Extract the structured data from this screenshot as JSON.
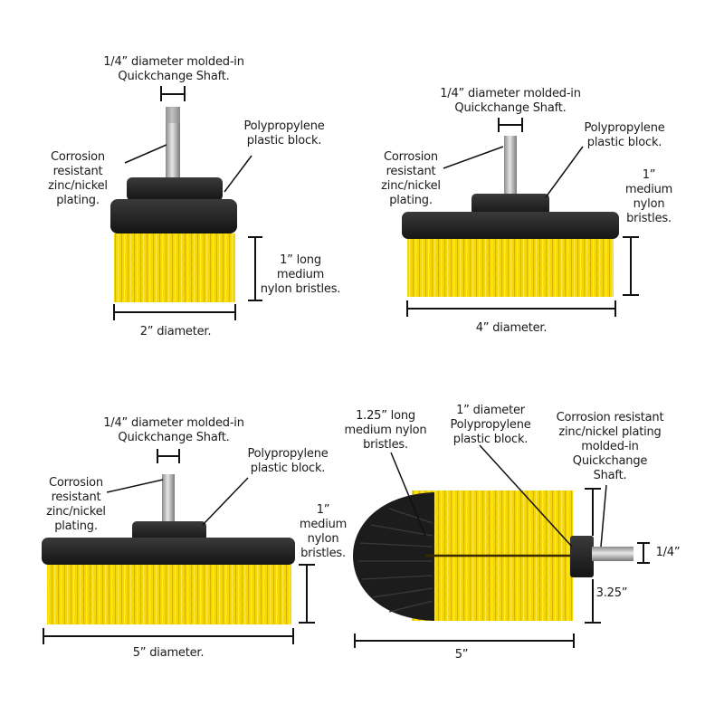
{
  "colors": {
    "bristle_yellow": "#f5d800",
    "bristle_shade": "#d9b800",
    "bristle_black": "#1a1a1a",
    "block_black": "#202020",
    "shaft_silver": "#b8b8b8",
    "line": "#111111"
  },
  "brushes": [
    {
      "id": "brush-2in",
      "labels": {
        "shaft": [
          "1/4” diameter molded-in",
          "Quickchange Shaft."
        ],
        "plating": [
          "Corrosion",
          "resistant",
          "zinc/nickel",
          "plating."
        ],
        "block": [
          "Polypropylene",
          "plastic block."
        ],
        "bristles": [
          "1” long",
          "medium",
          "nylon bristles."
        ],
        "diameter": "2” diameter."
      }
    },
    {
      "id": "brush-4in",
      "labels": {
        "shaft": [
          "1/4” diameter molded-in",
          "Quickchange Shaft."
        ],
        "plating": [
          "Corrosion",
          "resistant",
          "zinc/nickel",
          "plating."
        ],
        "block": [
          "Polypropylene",
          "plastic block."
        ],
        "bristles": [
          "1”",
          "medium",
          "nylon",
          "bristles."
        ],
        "diameter": "4” diameter."
      }
    },
    {
      "id": "brush-5in",
      "labels": {
        "shaft": [
          "1/4” diameter molded-in",
          "Quickchange Shaft."
        ],
        "plating": [
          "Corrosion",
          "resistant",
          "zinc/nickel",
          "plating."
        ],
        "block": [
          "Polypropylene",
          "plastic block."
        ],
        "bristles": [
          "1”",
          "medium",
          "nylon",
          "bristles."
        ],
        "diameter": "5” diameter."
      }
    },
    {
      "id": "brush-drum",
      "labels": {
        "bristles": [
          "1.25” long",
          "medium nylon",
          "bristles."
        ],
        "block": [
          "1” diameter",
          "Polypropylene",
          "plastic block."
        ],
        "plating": [
          "Corrosion resistant",
          "zinc/nickel plating",
          "molded-in",
          "Quickchange",
          "Shaft."
        ],
        "shaft_size": "1/4”",
        "height": "3.25”",
        "length": "5”"
      }
    }
  ]
}
